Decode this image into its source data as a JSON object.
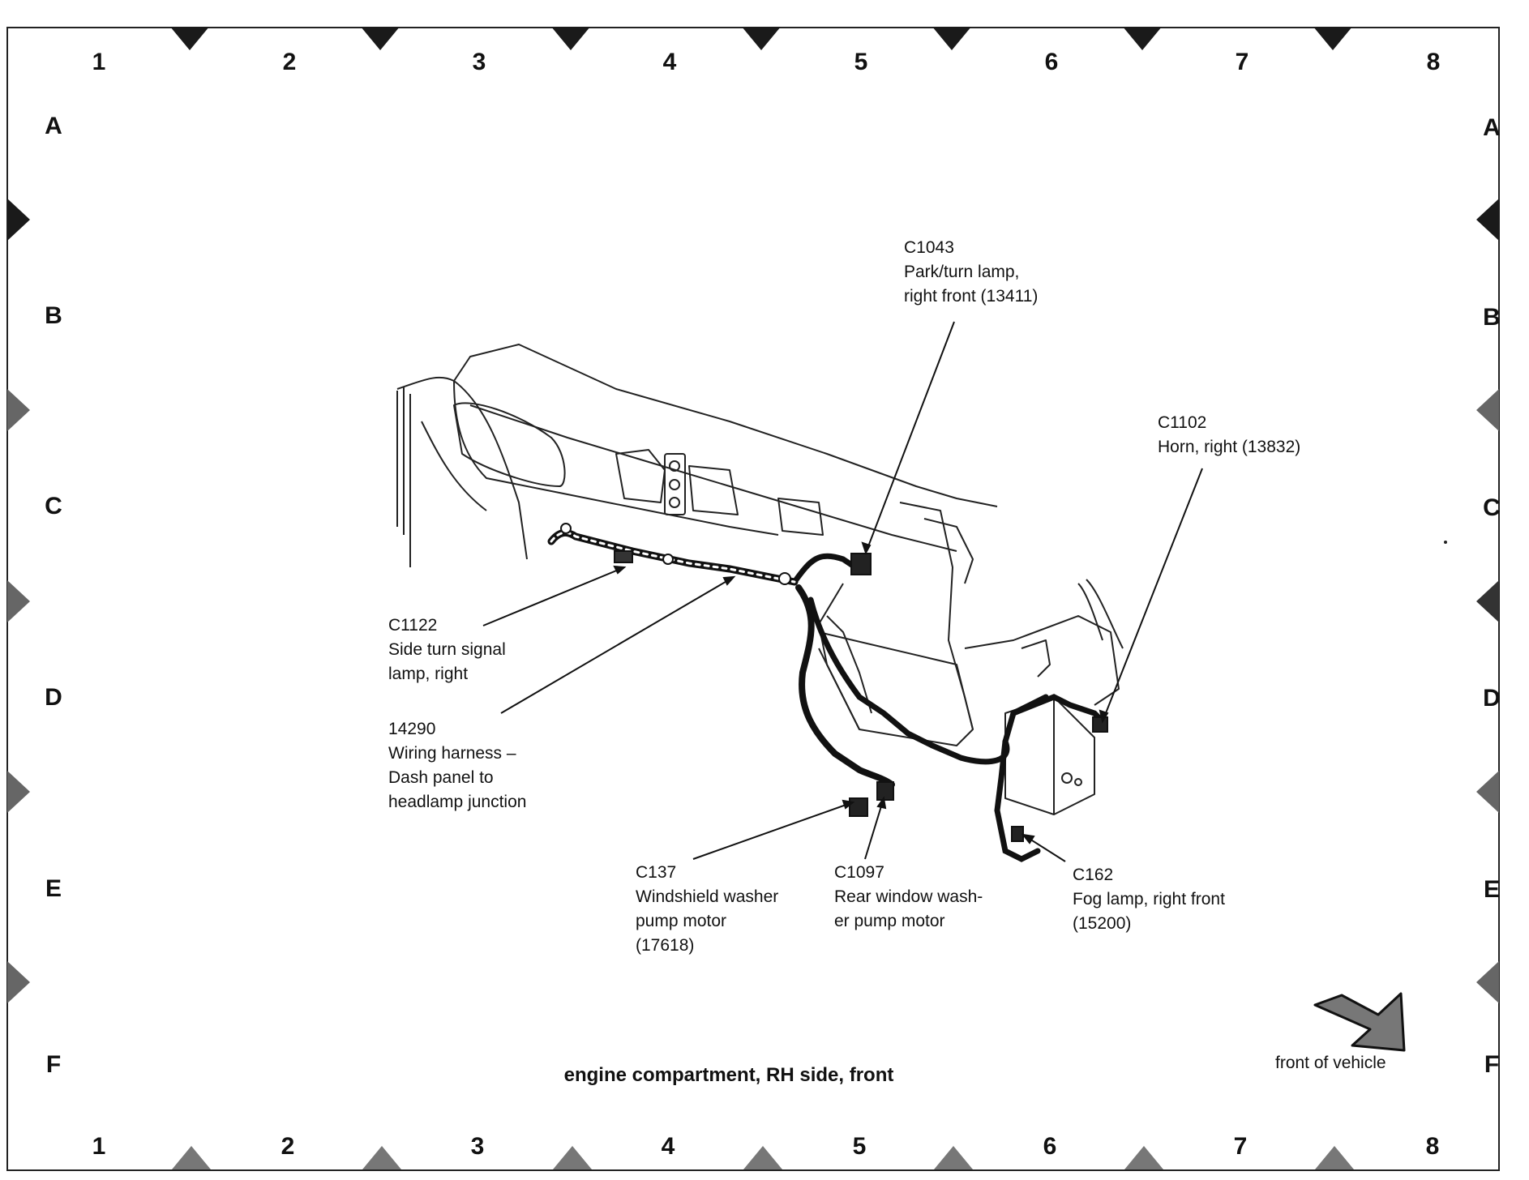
{
  "grid": {
    "columns": [
      "1",
      "2",
      "3",
      "4",
      "5",
      "6",
      "7",
      "8"
    ],
    "rows": [
      "A",
      "B",
      "C",
      "D",
      "E",
      "F"
    ]
  },
  "callouts": {
    "c1043": {
      "id": "C1043",
      "text": "Park/turn lamp,\nright front (13411)"
    },
    "c1102": {
      "id": "C1102",
      "text": "Horn, right (13832)"
    },
    "c1122": {
      "id": "C1122",
      "text": "Side turn signal\nlamp, right"
    },
    "h14290": {
      "id": "14290",
      "text": "Wiring harness –\nDash panel to\nheadlamp junction"
    },
    "c137": {
      "id": "C137",
      "text": "Windshield washer\npump motor\n(17618)"
    },
    "c1097": {
      "id": "C1097",
      "text": "Rear window wash-\ner pump motor"
    },
    "c162": {
      "id": "C162",
      "text": "Fog lamp, right front\n(15200)"
    }
  },
  "title": "engine compartment, RH side, front",
  "front_label": "front of vehicle",
  "colors": {
    "ink": "#111111",
    "marker": "#1a1a1a",
    "marker_bottom": "#777777"
  }
}
